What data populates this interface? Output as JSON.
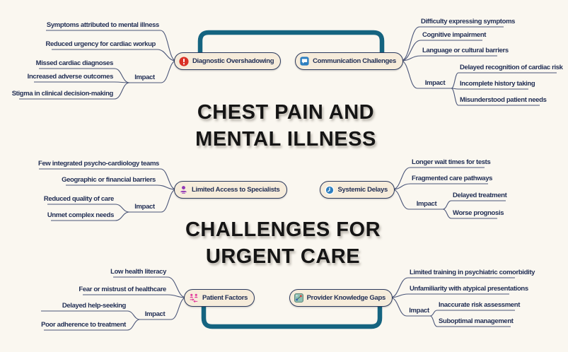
{
  "title": {
    "line1": "CHEST PAIN AND",
    "line2": "MENTAL ILLNESS",
    "line3": "CHALLENGES FOR",
    "line4": "URGENT CARE"
  },
  "colors": {
    "background": "#faf7f0",
    "spine": "#156480",
    "pill_bg": "#f6ecdb",
    "pill_border": "#2c3a5e",
    "branch_line": "#4a5578",
    "text_dark": "#222f55",
    "title": "#151515",
    "alert_red": "#d93025",
    "icon_blue": "#2e7fc0",
    "icon_purple": "#9136b5",
    "icon_pink": "#e23a9d",
    "icon_teal": "#8fc0b3",
    "icon_teal_border": "#34695c"
  },
  "topics": [
    {
      "label": "Diagnostic Overshadowing",
      "icon": "alert",
      "branches": [
        "Symptoms attributed to mental illness",
        "Reduced urgency for cardiac workup"
      ],
      "impact": {
        "label": "Impact",
        "children": [
          "Missed cardiac diagnoses",
          "Increased adverse outcomes",
          "Stigma in clinical decision-making"
        ]
      }
    },
    {
      "label": "Communication Challenges",
      "icon": "speech-bubble",
      "branches": [
        "Difficulty expressing symptoms",
        "Cognitive impairment",
        "Language or cultural barriers"
      ],
      "impact": {
        "label": "Impact",
        "children": [
          "Delayed recognition of cardiac risk",
          "Incomplete history taking",
          "Misunderstood patient needs"
        ]
      }
    },
    {
      "label": "Limited Access to Specialists",
      "icon": "person",
      "branches": [
        "Few integrated psycho-cardiology teams",
        "Geographic or financial barriers"
      ],
      "impact": {
        "label": "Impact",
        "children": [
          "Reduced quality of care",
          "Unmet complex needs"
        ]
      }
    },
    {
      "label": "Systemic Delays",
      "icon": "clock",
      "branches": [
        "Longer wait times for tests",
        "Fragmented care pathways"
      ],
      "impact": {
        "label": "Impact",
        "children": [
          "Delayed treatment",
          "Worse prognosis"
        ]
      }
    },
    {
      "label": "Patient Factors",
      "icon": "people",
      "branches": [
        "Low health literacy",
        "Fear or mistrust of healthcare"
      ],
      "impact": {
        "label": "Impact",
        "children": [
          "Delayed help-seeking",
          "Poor adherence to treatment"
        ]
      }
    },
    {
      "label": "Provider Knowledge Gaps",
      "icon": "knowledge-board",
      "branches": [
        "Limited training in psychiatric comorbidity",
        "Unfamiliarity with atypical presentations"
      ],
      "impact": {
        "label": "Impact",
        "children": [
          "Inaccurate risk assessment",
          "Suboptimal management"
        ]
      }
    }
  ]
}
